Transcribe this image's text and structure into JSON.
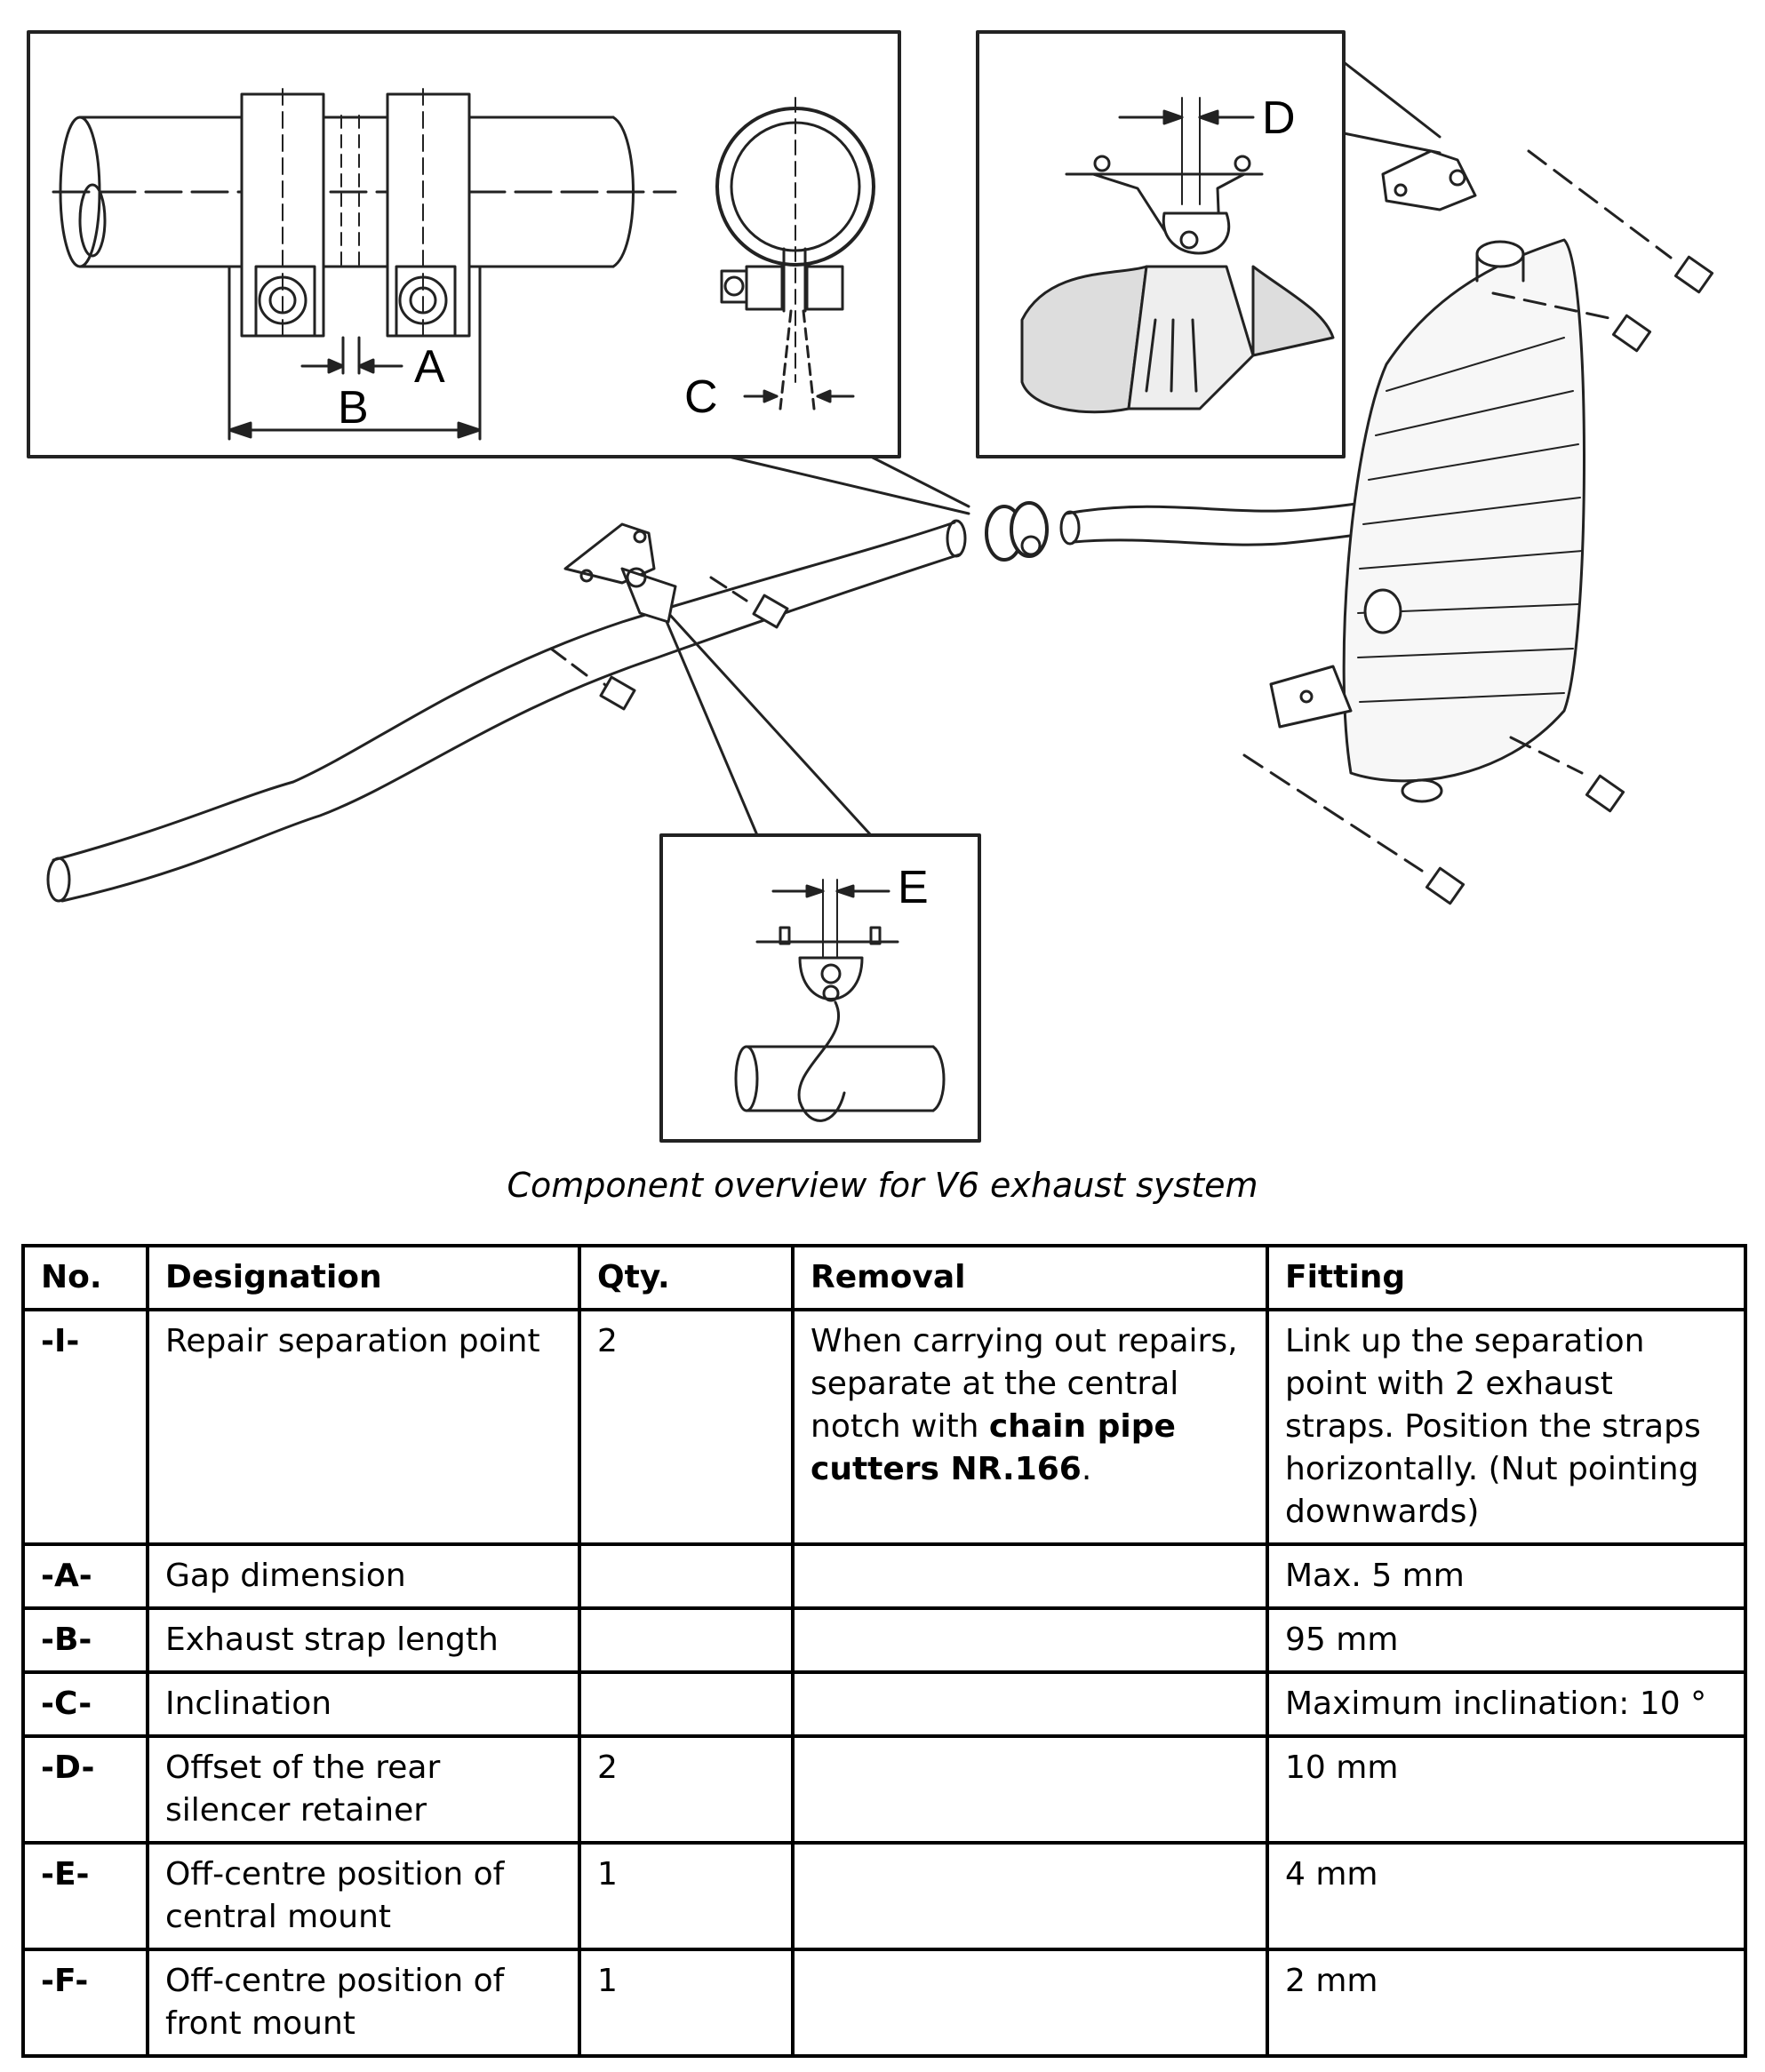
{
  "figure": {
    "callouts": {
      "a": "A",
      "b": "B",
      "c": "C",
      "d": "D",
      "e": "E"
    }
  },
  "caption": "Component overview for V6 exhaust system",
  "table": {
    "headers": {
      "no": "No.",
      "designation": "Designation",
      "qty": "Qty.",
      "removal": "Removal",
      "fitting": "Fitting"
    },
    "rows": [
      {
        "no": "-I-",
        "designation": "Repair separation point",
        "qty": "2",
        "removal": "When carrying out repairs, separate at the central notch with",
        "removal_bold": "chain pipe cutters NR.166",
        "removal_end": ".",
        "fitting": "Link up the separation point with 2 exhaust straps. Position the straps horizontally. (Nut pointing downwards)"
      },
      {
        "no": "-A-",
        "designation": "Gap dimension",
        "qty": "",
        "removal": "",
        "fitting": "Max. 5 mm"
      },
      {
        "no": "-B-",
        "designation": "Exhaust strap length",
        "qty": "",
        "removal": "",
        "fitting": "95 mm"
      },
      {
        "no": "-C-",
        "designation": "Inclination",
        "qty": "",
        "removal": "",
        "fitting": "Maximum inclination: 10 °"
      },
      {
        "no": "-D-",
        "designation": "Offset of the rear silencer retainer",
        "qty": "2",
        "removal": "",
        "fitting": "10 mm"
      },
      {
        "no": "-E-",
        "designation": "Off-centre position of central mount",
        "qty": "1",
        "removal": "",
        "fitting": "4 mm"
      },
      {
        "no": "-F-",
        "designation": "Off-centre position of front mount",
        "qty": "1",
        "removal": "",
        "fitting": "2 mm"
      }
    ]
  }
}
